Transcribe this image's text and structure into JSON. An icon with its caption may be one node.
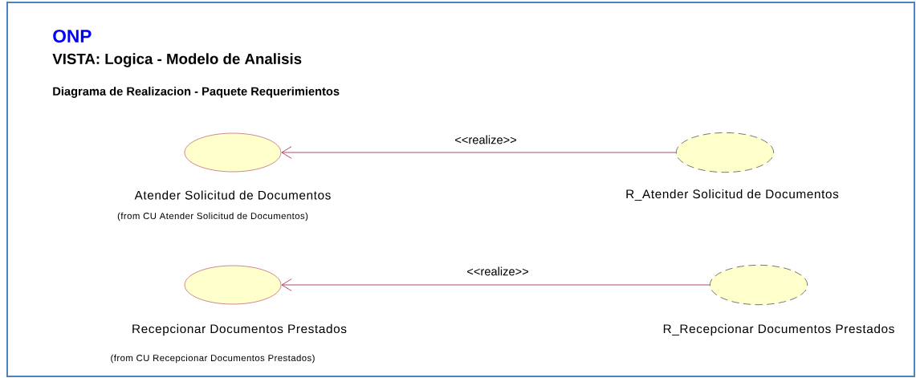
{
  "diagram": {
    "title": "ONP",
    "caption": "VISTA: Logica - Modelo de Analisis",
    "nodes": [
      {
        "text": [
          "Atender Solicitud de Documentos",
          "(from CU Atender Solicitud de Documentos)"
        ]
      },
      {
        "text": [
          "R_Atender Solicitud de Documentos"
        ]
      },
      {
        "text": [
          "Recepcionar Documentos Prestados",
          "(from CU Recepcionar Documentos Prestados)"
        ]
      },
      {
        "text": [
          "R_Recepcionar Documentos Prestados"
        ]
      }
    ],
    "edges": [
      {
        "from": 1,
        "to": 0,
        "arrow": "to",
        "label": "<<realize>>"
      },
      {
        "from": 3,
        "to": 2,
        "arrow": "to",
        "label": "<<realize>>"
      }
    ],
    "labels": [
      "Diagrama de Realizacion - Paquete Requerimientos"
    ]
  }
}
